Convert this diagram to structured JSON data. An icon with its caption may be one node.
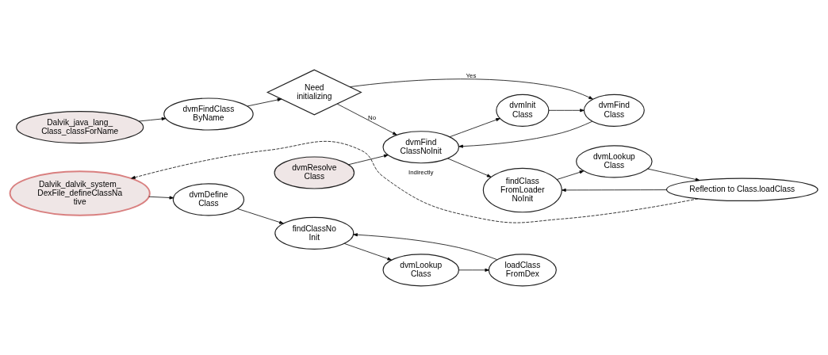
{
  "diagram": {
    "nodes": [
      {
        "text": [
          "Dalvik_java_lang_ Class_classForName"
        ]
      },
      {
        "text": [
          "dvmFindClass ByName"
        ]
      },
      {
        "text": [
          "Need initializing"
        ]
      },
      {
        "text": [
          "dvmResolve Class"
        ]
      },
      {
        "text": [
          "dvmFind ClassNoInit"
        ]
      },
      {
        "text": [
          "dvmFind Class"
        ]
      },
      {
        "text": [
          "dvmInit Class"
        ]
      },
      {
        "text": [
          "findClass FromLoader NoInit"
        ]
      },
      {
        "text": [
          "dvmLookup Class"
        ]
      },
      {
        "text": [
          "Reflection to Class.loadClass"
        ]
      },
      {
        "text": [
          "Dalvik_dalvik_system_ DexFile_defineClassNa tive"
        ]
      },
      {
        "text": [
          "dvmDefine Class"
        ]
      },
      {
        "text": [
          "findClassNo Init"
        ]
      },
      {
        "text": [
          "dvmLookup Class"
        ]
      },
      {
        "text": [
          "loadClass FromDex"
        ]
      }
    ],
    "edges": [
      {
        "from": 0,
        "to": 1,
        "arrow": "to"
      },
      {
        "from": 1,
        "to": 2,
        "arrow": "to"
      },
      {
        "from": 2,
        "to": 4,
        "arrow": "to",
        "label": "No"
      },
      {
        "from": 2,
        "to": 5,
        "arrow": "to",
        "label": "Yes"
      },
      {
        "from": 3,
        "to": 4,
        "arrow": "to"
      },
      {
        "from": 5,
        "to": 4,
        "arrow": "to"
      },
      {
        "from": 4,
        "to": 6,
        "arrow": "to"
      },
      {
        "from": 6,
        "to": 5,
        "arrow": "to"
      },
      {
        "from": 4,
        "to": 7,
        "arrow": "to"
      },
      {
        "from": 7,
        "to": 8,
        "arrow": "to"
      },
      {
        "from": 8,
        "to": 9,
        "arrow": "to"
      },
      {
        "from": 9,
        "to": 7,
        "arrow": "to"
      },
      {
        "from": 9,
        "to": 10,
        "arrow": "to",
        "label": "Indirectly",
        "style": "dashed"
      },
      {
        "from": 10,
        "to": 11,
        "arrow": "to"
      },
      {
        "from": 11,
        "to": 12,
        "arrow": "to"
      },
      {
        "from": 12,
        "to": 13,
        "arrow": "to"
      },
      {
        "from": 13,
        "to": 14,
        "arrow": "to"
      },
      {
        "from": 14,
        "to": 12,
        "arrow": "to"
      }
    ]
  }
}
